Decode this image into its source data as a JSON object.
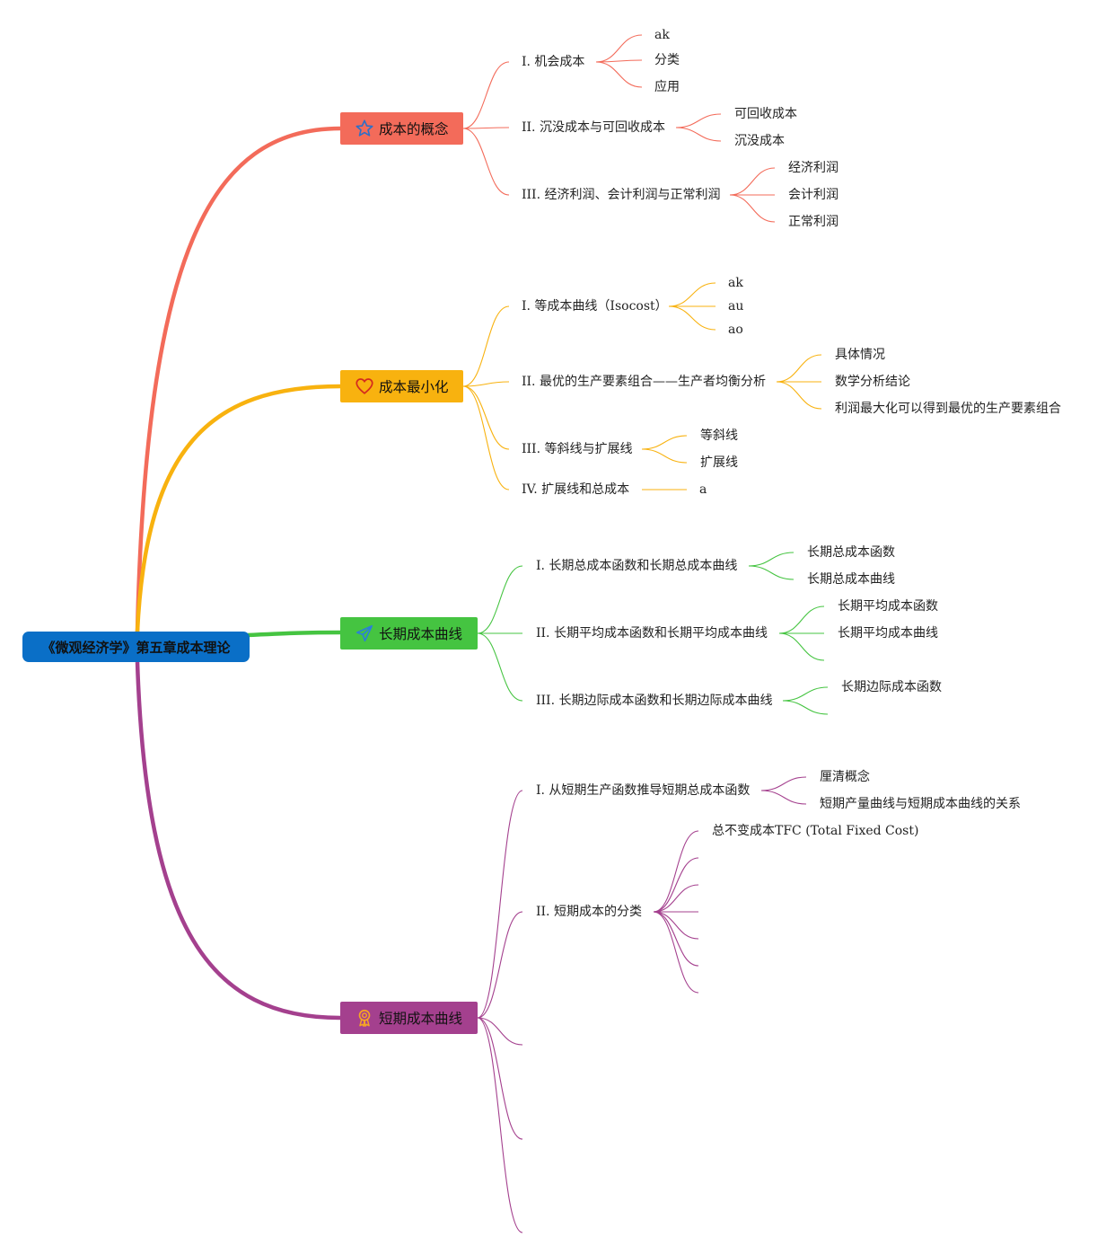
{
  "root": {
    "label": "《微观经济学》第五章成本理论",
    "color": "#0a6fc7"
  },
  "branches": [
    {
      "label": "成本的概念",
      "color": "#f36b5a",
      "icon": "star-icon",
      "children": [
        {
          "label": "I. 机会成本",
          "leaves": [
            "ak",
            "分类",
            "应用"
          ]
        },
        {
          "label": "II. 沉没成本与可回收成本",
          "leaves": [
            "可回收成本",
            "沉没成本"
          ]
        },
        {
          "label": "III. 经济利润、会计利润与正常利润",
          "leaves": [
            "经济利润",
            "会计利润",
            "正常利润"
          ]
        }
      ]
    },
    {
      "label": "成本最小化",
      "color": "#f8b20f",
      "icon": "heart-icon",
      "children": [
        {
          "label": "I. 等成本曲线（Isocost）",
          "leaves": [
            "ak",
            "au",
            "ao"
          ]
        },
        {
          "label": "II. 最优的生产要素组合——生产者均衡分析",
          "leaves": [
            "具体情况",
            "数学分析结论",
            "利润最大化可以得到最优的生产要素组合"
          ]
        },
        {
          "label": "III. 等斜线与扩展线",
          "leaves": [
            "等斜线",
            "扩展线"
          ]
        },
        {
          "label": "IV. 扩展线和总成本",
          "leaves": [
            "a"
          ]
        }
      ]
    },
    {
      "label": "长期成本曲线",
      "color": "#45c441",
      "icon": "paper-plane-icon",
      "children": [
        {
          "label": "I. 长期总成本函数和长期总成本曲线",
          "leaves": [
            "长期总成本函数",
            "长期总成本曲线"
          ]
        },
        {
          "label": "II. 长期平均成本函数和长期平均成本曲线",
          "leaves": [
            "长期平均成本函数",
            "长期平均成本曲线",
            ""
          ]
        },
        {
          "label": "III. 长期边际成本函数和长期边际成本曲线",
          "leaves": [
            "长期边际成本函数",
            ""
          ]
        }
      ]
    },
    {
      "label": "短期成本曲线",
      "color": "#a4408e",
      "icon": "award-ribbon-icon",
      "children": [
        {
          "label": "I. 从短期生产函数推导短期总成本函数",
          "leaves": [
            "厘清概念",
            "短期产量曲线与短期成本曲线的关系"
          ]
        },
        {
          "label": "II. 短期成本的分类",
          "leaves": [
            "总不变成本TFC (Total Fixed Cost)",
            "",
            "",
            "",
            "",
            "",
            ""
          ]
        },
        {
          "label": "",
          "leaves": []
        },
        {
          "label": "",
          "leaves": []
        },
        {
          "label": "",
          "leaves": []
        }
      ]
    }
  ]
}
